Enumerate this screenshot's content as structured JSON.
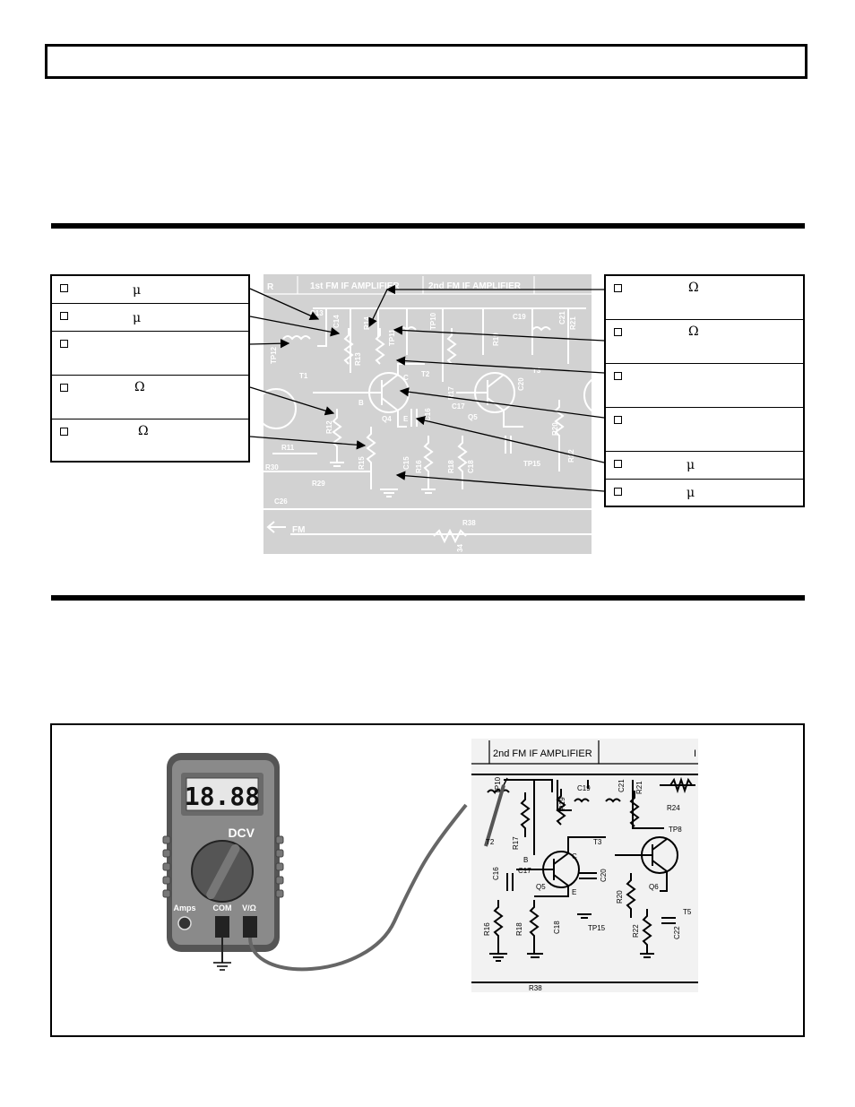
{
  "parts_labels_left": [
    {
      "symbol": "μ"
    },
    {
      "symbol": "μ"
    },
    {
      "symbol": ""
    },
    {
      "symbol": "Ω"
    },
    {
      "symbol": "Ω"
    }
  ],
  "parts_labels_right": [
    {
      "symbol": "Ω"
    },
    {
      "symbol": "Ω"
    },
    {
      "symbol": ""
    },
    {
      "symbol": ""
    },
    {
      "symbol": "μ"
    },
    {
      "symbol": "μ"
    }
  ],
  "schematic_top": {
    "sections": [
      "R",
      "1st FM IF AMPLIFIER",
      "2nd FM IF AMPLIFIER"
    ],
    "components": [
      "C13",
      "C14",
      "R14",
      "R13",
      "TP11",
      "TP12",
      "T1",
      "TP10",
      "C19",
      "C21",
      "R19",
      "R21",
      "R17",
      "T2",
      "T3",
      "C",
      "B",
      "E",
      "Q4",
      "Q5",
      "R12",
      "C16",
      "C17",
      "C20",
      "R20",
      "R22",
      "R11",
      "R15",
      "C15",
      "R16",
      "R18",
      "C18",
      "TP15",
      "R30",
      "R29",
      "C26",
      "R38",
      "FM",
      "34"
    ]
  },
  "meter": {
    "display": "18.88",
    "range": "DCV",
    "jacks": [
      "Amps",
      "COM",
      "V/Ω"
    ]
  },
  "schematic_bottom": {
    "sections": [
      "2nd FM IF AMPLIFIER",
      "I"
    ],
    "components": [
      "TP10",
      "C19",
      "C21",
      "R19",
      "R21",
      "R24",
      "TP8",
      "T2",
      "T3",
      "R17",
      "B",
      "C",
      "E",
      "Q5",
      "Q6",
      "C16",
      "C17",
      "C20",
      "R20",
      "R22",
      "C22",
      "T5",
      "R16",
      "R18",
      "C18",
      "TP15",
      "R38"
    ]
  }
}
